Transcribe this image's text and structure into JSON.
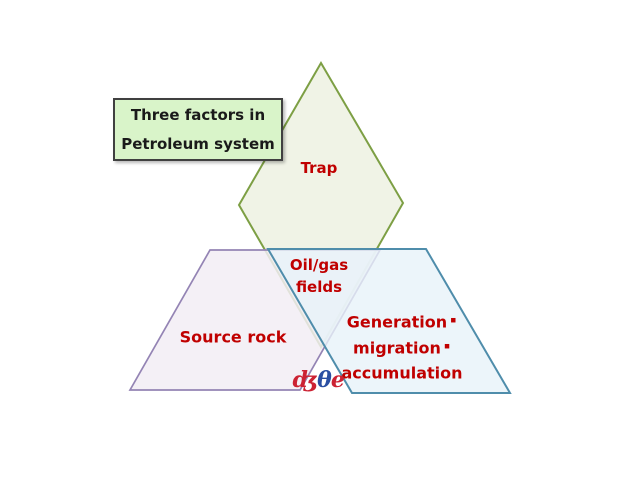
{
  "title": "Three factors in Petroleum system diagram",
  "factor_box": {
    "line1": "Three factors in",
    "line2": "Petroleum system"
  },
  "shapes": {
    "trap": {
      "label": "Trap"
    },
    "overlap": {
      "line1": "Oil/gas",
      "line2": "fields"
    },
    "source_rock": {
      "label": "Source rock"
    },
    "generation": {
      "line1": "Generation",
      "line2": "migration",
      "line3": "accumulation",
      "tick_mark": "▪"
    }
  },
  "watermark": {
    "char1": "ʤ",
    "char2": "θ",
    "char3": "e"
  },
  "colors": {
    "label_red": "#c00000",
    "trap_fill": "#f0f3e6",
    "trap_stroke": "#7d9f44",
    "source_fill": "#f2edf5",
    "source_stroke": "#9484b4",
    "fields_fill": "#e7f2f9",
    "fields_stroke": "#4f8dab",
    "box_fill": "#d9f4c9",
    "box_border": "#404040",
    "watermark_red": "#cc2233",
    "watermark_blue": "#2a4fa2"
  }
}
